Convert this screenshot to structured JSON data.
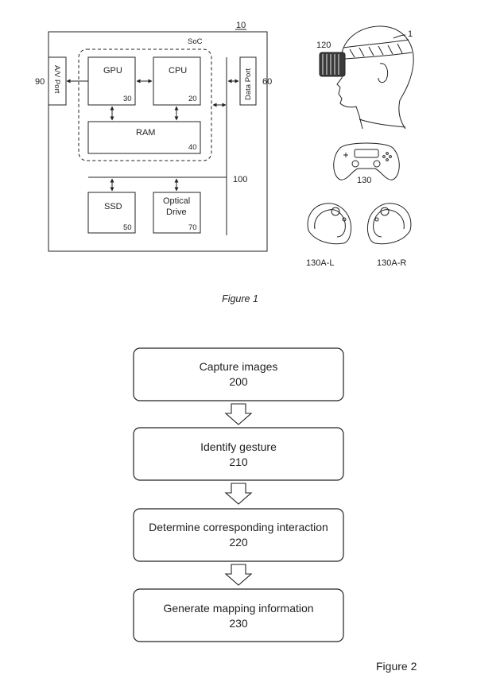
{
  "figure1": {
    "caption": "Figure 1",
    "labels": {
      "system_ref": "10",
      "soc": "SoC",
      "gpu": "GPU",
      "gpu_ref": "30",
      "cpu": "CPU",
      "cpu_ref": "20",
      "ram": "RAM",
      "ram_ref": "40",
      "av_port": "A/V Port",
      "av_ref": "90",
      "data_port": "Data Port",
      "data_ref": "60",
      "bus_ref": "100",
      "ssd": "SSD",
      "ssd_ref": "50",
      "optical_line1": "Optical",
      "optical_line2": "Drive",
      "optical_ref": "70",
      "hmd_ref": "120",
      "user_ref": "1",
      "controller_ref": "130",
      "left_controller_ref": "130A-L",
      "right_controller_ref": "130A-R"
    }
  },
  "figure2": {
    "caption": "Figure 2",
    "steps": [
      {
        "text": "Capture images",
        "ref": "200"
      },
      {
        "text": "Identify gesture",
        "ref": "210"
      },
      {
        "text": "Determine corresponding interaction",
        "ref": "220"
      },
      {
        "text": "Generate mapping information",
        "ref": "230"
      }
    ]
  }
}
